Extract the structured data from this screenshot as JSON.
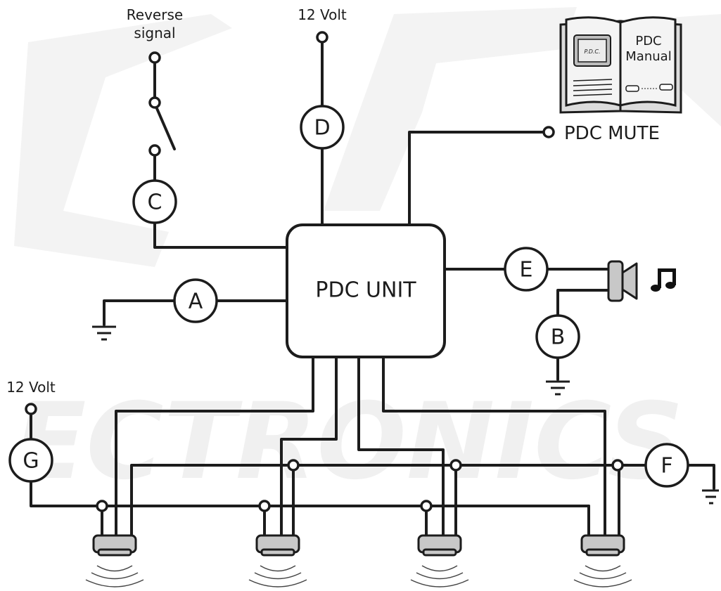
{
  "diagram": {
    "labels": {
      "reverse_signal_line1": "Reverse",
      "reverse_signal_line2": "signal",
      "volt_top": "12 Volt",
      "volt_left": "12 Volt",
      "pdc_mute": "PDC MUTE",
      "pdc_unit": "PDC UNIT"
    },
    "components": {
      "A": "A",
      "B": "B",
      "C": "C",
      "D": "D",
      "E": "E",
      "F": "F",
      "G": "G"
    },
    "manual": {
      "badge": "P.D.C.",
      "title_line1": "PDC",
      "title_line2": "Manual"
    },
    "watermark": {
      "text": "ECTRONICS"
    },
    "speaker_note_icon": "music-note-icon",
    "colors": {
      "line": "#1c1c1c",
      "sensor": "#c8c8c8",
      "watermark": "#f0f0f0"
    }
  }
}
